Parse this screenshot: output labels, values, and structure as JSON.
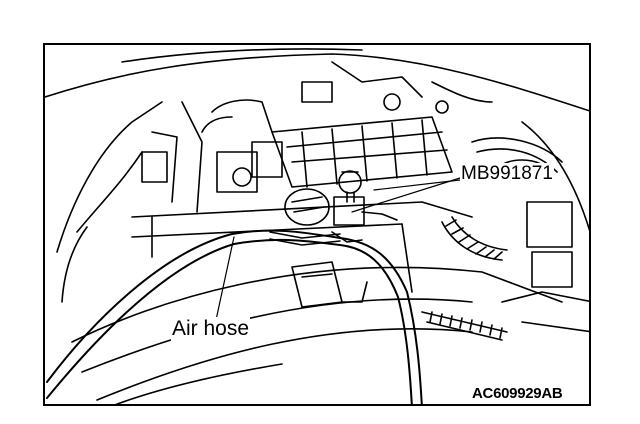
{
  "labels": {
    "tool": "MB991871",
    "hose": "Air hose",
    "figure_code": "AC609929AB"
  }
}
